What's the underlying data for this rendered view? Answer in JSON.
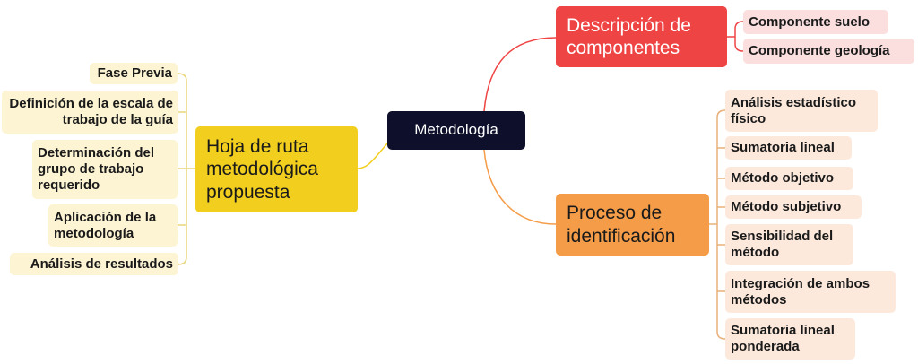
{
  "center": {
    "label": "Metodología"
  },
  "branches": [
    {
      "label": "Hoja de ruta metodológica propuesta",
      "color": "#f2cf1e",
      "children": [
        "Fase Previa",
        "Definición de la escala de trabajo de la guía",
        "Determinación del grupo de trabajo requerido",
        "Aplicación de la metodología",
        "Análisis de resultados"
      ]
    },
    {
      "label": "Descripción de componentes",
      "color": "#ef4444",
      "children": [
        "Componente suelo",
        "Componente geología"
      ]
    },
    {
      "label": "Proceso de identificación",
      "color": "#f49c48",
      "children": [
        "Análisis estadístico físico",
        "Sumatoria lineal",
        "Método objetivo",
        "Método subjetivo",
        "Sensibilidad del método",
        "Integración de ambos métodos",
        "Sumatoria lineal ponderada"
      ]
    }
  ]
}
